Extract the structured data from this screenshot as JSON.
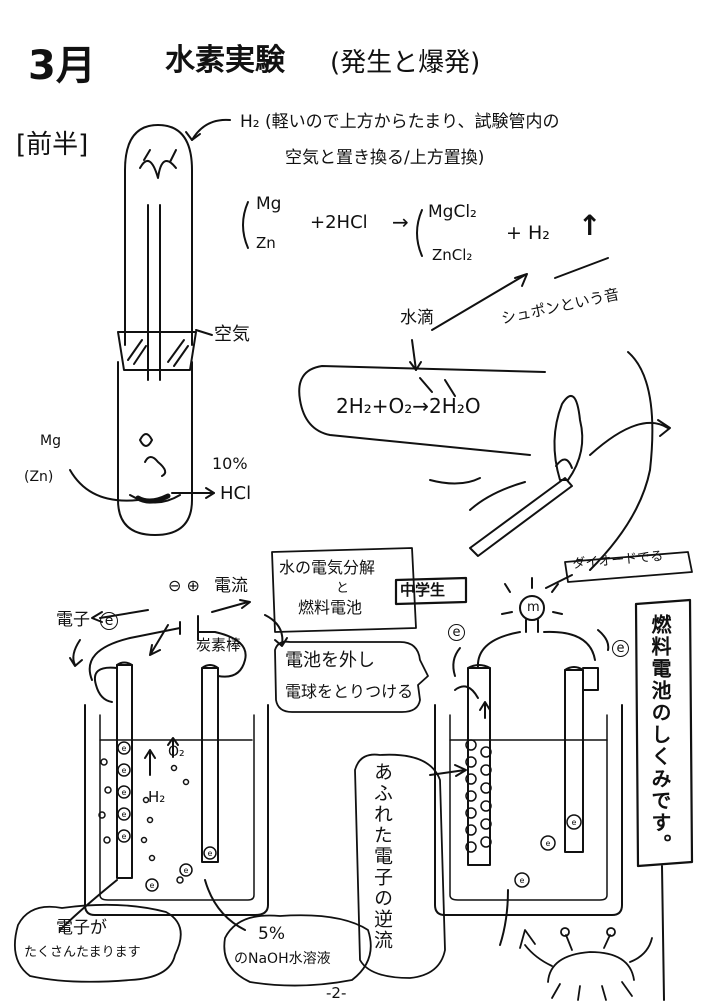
{
  "header": {
    "month": "3月",
    "title": "水素実験",
    "subtitle": "(発生と爆発)"
  },
  "section_label": "[前半]",
  "top_left": {
    "h2_note_line1": "H₂ (軽いので上方からたまり、試験管内の",
    "h2_note_line2": "空気と置き換る/上方置換)",
    "air_label": "空気",
    "metal_label_1": "Mg",
    "metal_label_2": "(Zn)",
    "acid_conc": "10%",
    "acid_label": "HCl"
  },
  "equation": {
    "reactant_1": "Mg",
    "reactant_2": "Zn",
    "plus_acid": "+2HCl",
    "arrow": "→",
    "product_1": "MgCl₂",
    "product_2": "ZnCl₂",
    "plus_h2": "+ H₂",
    "gas_arrow": "↑"
  },
  "explosion": {
    "droplet_label": "水滴",
    "sound_label": "シュポンという音",
    "reaction": "2H₂+O₂→2H₂O"
  },
  "electrolysis": {
    "title_line1": "水の電気分解",
    "title_line2": "と",
    "title_line3": "燃料電池",
    "level_badge": "中学生",
    "battery_symbols": "⊖ ⊕",
    "current_label": "電流",
    "electron_label": "電子",
    "electron_symbol": "e",
    "carbon_rod_label": "炭素棒",
    "o2_label": "O₂",
    "h2_label": "H₂",
    "switch_note_line1": "電池を外し",
    "switch_note_line2": "電球をとりつける",
    "electrons_note_line1": "電子が",
    "electrons_note_line2": "たくさんたまります",
    "solution_line1": "5%",
    "solution_line2": "のNaOH水溶液"
  },
  "fuel_cell": {
    "diode_label": "ダイオードでる",
    "motor_symbol": "m",
    "overflow_note": "あふれた電子の逆流",
    "side_note": "燃料電池のしくみです。"
  },
  "footer": {
    "page_number": "-2-"
  }
}
